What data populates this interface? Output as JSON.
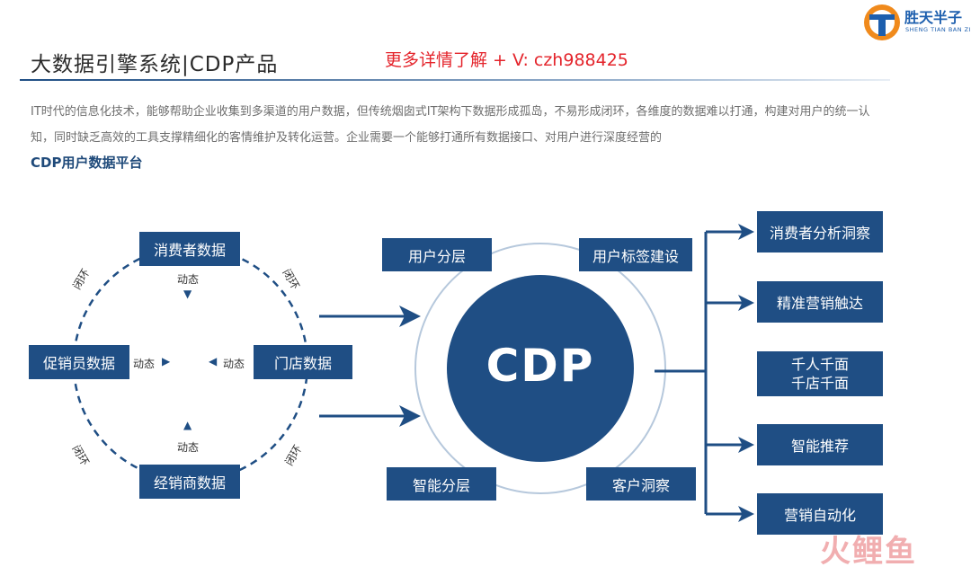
{
  "header": {
    "title": "大数据引擎系统|CDP产品",
    "promo": "更多详情了解 + V:  czh988425"
  },
  "logo": {
    "name": "胜天半子",
    "subtitle": "SHENG TIAN BAN ZI"
  },
  "intro": {
    "text": "IT时代的信息化技术，能够帮助企业收集到多渠道的用户数据，但传统烟囱式IT架构下数据形成孤岛，不易形成闭环，各维度的数据难以打通，构建对用户的统一认知，同时缺乏高效的工具支撑精细化的客情维护及转化运营。企业需要一个能够打通所有数据接口、对用户进行深度经营的",
    "subhead": "CDP用户数据平台"
  },
  "left_cycle": {
    "top": "消费者数据",
    "left": "促销员数据",
    "right": "门店数据",
    "bottom": "经销商数据",
    "dynamic_label": "动态",
    "loop_label": "闭环"
  },
  "center": {
    "label": "CDP",
    "top_left": "用户分层",
    "top_right": "用户标签建设",
    "bottom_left": "智能分层",
    "bottom_right": "客户洞察"
  },
  "outputs": {
    "items": [
      "消费者分析洞察",
      "精准营销触达",
      "千人千面",
      "千店千面",
      "智能推荐",
      "营销自动化"
    ]
  },
  "colors": {
    "primary": "#1f4e84",
    "promo": "#e4242b",
    "text_gray": "#6e6e6e"
  },
  "watermark": "火鲤鱼"
}
